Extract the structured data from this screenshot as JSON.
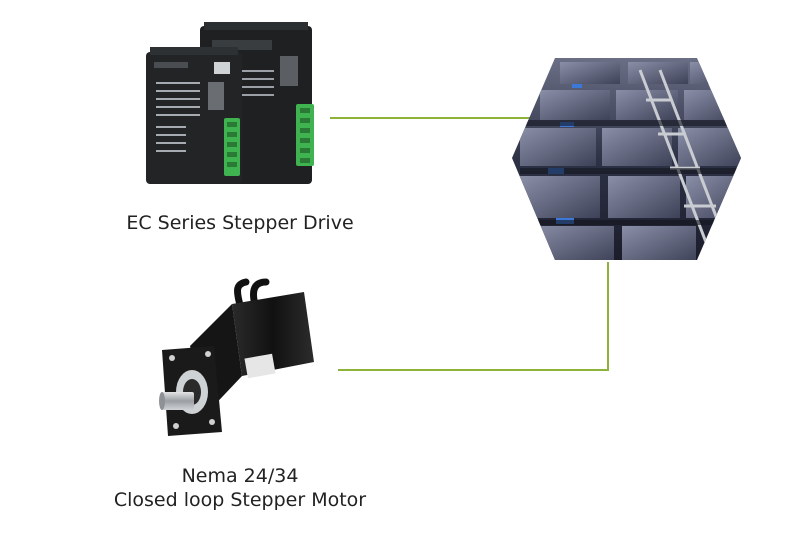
{
  "drive": {
    "label": "EC Series Stepper Drive"
  },
  "motor": {
    "label_line1": "Nema 24/34",
    "label_line2": "Closed loop Stepper Motor"
  },
  "colors": {
    "connector": "#8db33a",
    "drive_body": "#222426",
    "terminal_green": "#3fb34f",
    "motor_body": "#1a1a1a",
    "shaft_silver": "#b8bcc0",
    "text": "#222222"
  }
}
